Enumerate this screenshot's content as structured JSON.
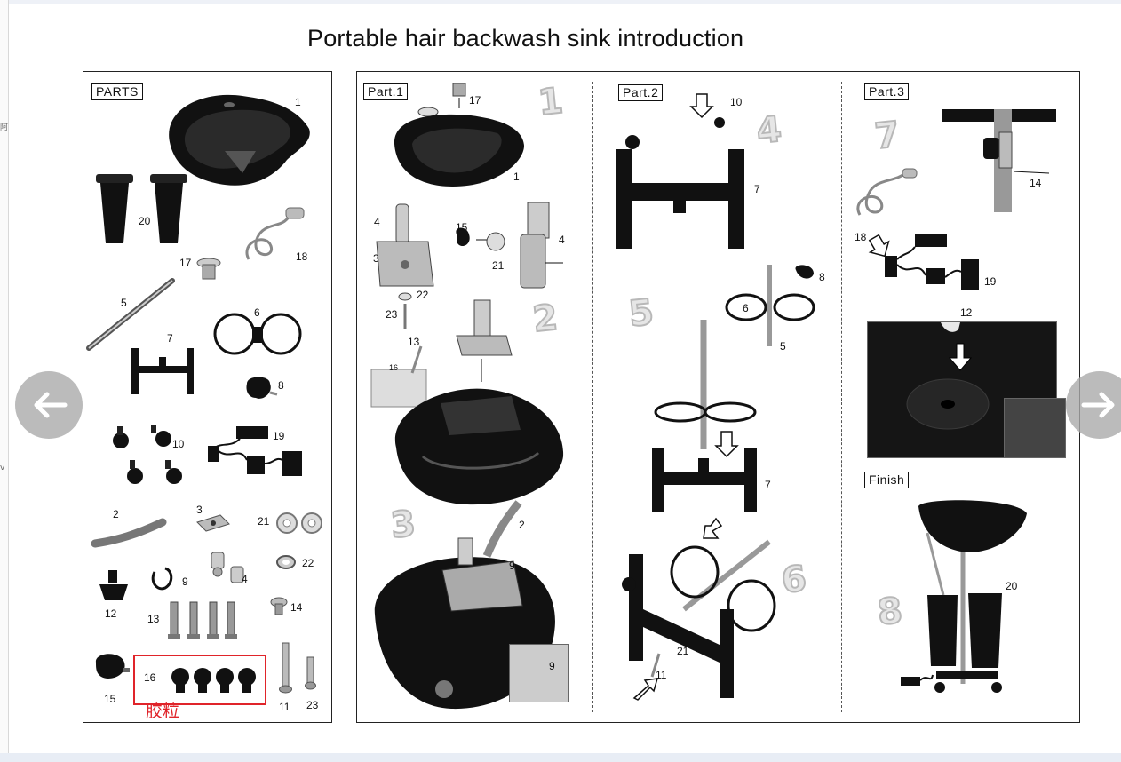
{
  "title": "Portable hair backwash sink introduction",
  "edge_chars": [
    "阿",
    "v"
  ],
  "sections": {
    "parts": "PARTS",
    "part1": "Part.1",
    "part2": "Part.2",
    "part3": "Part.3",
    "finish": "Finish"
  },
  "steps": [
    "1",
    "2",
    "3",
    "4",
    "5",
    "6",
    "7",
    "8"
  ],
  "red_label": "胶粒",
  "parts_numbers": {
    "n1": "1",
    "n20": "20",
    "n18": "18",
    "n17": "17",
    "n5": "5",
    "n6": "6",
    "n7": "7",
    "n8": "8",
    "n10": "10",
    "n19": "19",
    "n2": "2",
    "n3": "3",
    "n21": "21",
    "n22": "22",
    "n9": "9",
    "n4": "4",
    "n12": "12",
    "n13": "13",
    "n14": "14",
    "n15": "15",
    "n16": "16",
    "n11": "11",
    "n23": "23"
  },
  "part1_numbers": {
    "n17": "17",
    "n1": "1",
    "n4a": "4",
    "n15": "15",
    "n4b": "4",
    "n3": "3",
    "n21": "21",
    "n22": "22",
    "n23": "23",
    "n13": "13",
    "n16": "16",
    "n2": "2",
    "n9": "9",
    "n9c": "9"
  },
  "part2_numbers": {
    "n10": "10",
    "n7a": "7",
    "n8": "8",
    "n6": "6",
    "n5": "5",
    "n7b": "7",
    "n21": "21",
    "n11": "11"
  },
  "part3_numbers": {
    "n14": "14",
    "n18": "18",
    "n19": "19",
    "n12": "12",
    "n20": "20"
  },
  "nav": {
    "prev": "arrow-left-icon",
    "next": "arrow-right-icon"
  },
  "colors": {
    "red": "#e0242a",
    "step_fill": "#e6e6e6",
    "nav_bg": "#aaaaaa"
  }
}
